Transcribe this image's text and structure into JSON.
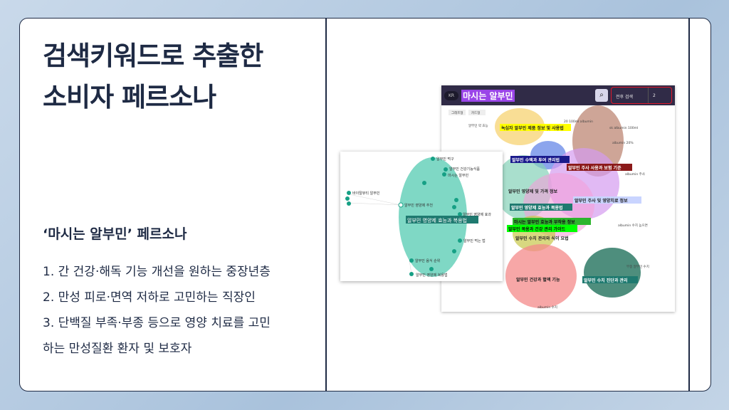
{
  "slide": {
    "title_line1": "검색키워드로 추출한",
    "title_line2": "소비자 페르소나",
    "subtitle": "‘마시는 알부민’ 페르소나",
    "items": [
      "1. 간 건강·해독 기능 개선을 원하는 중장년층",
      "2. 만성 피로·면역 저하로 고민하는 직장인",
      "3. 단백질 부족·부종 등으로 영양 치료를 고민",
      "하는 만성질환 환자 및 보호자"
    ]
  },
  "screenshot": {
    "lang": "KR",
    "query": "마시는 알부민",
    "search_icon": "search-icon",
    "mode_select": "전후 검색",
    "depth_select": "2",
    "view_tabs": [
      "그래프형",
      "카드형"
    ],
    "side_label": "알부민 약 효능",
    "clusters": [
      "녹십자 알부민 제품 정보 및 사용법",
      "알부민 수액과 투여 관리법",
      "알부민 주사 사용과 보험 기준",
      "알부민 영양제 및 가격 정보",
      "알부민 영양제 효능과 복용법",
      "알부민 주사 및 영양치료 정보",
      "마시는 알부민 효능과 부작용 정보",
      "알부민 복용과 건강 관리 가이드",
      "알부민 수치 관리와 식이 요법",
      "알부민 건강과 혈액 기능",
      "알부민 수치 진단과 관리"
    ],
    "nodes": [
      "20 100ml albumin",
      "sk albumin 100ml",
      "albumin 20%",
      "albumin 주사",
      "albumin 수치 높으면",
      "albumin 수치",
      "부종 알부민 수치"
    ],
    "inset_cluster": "알부민 영양제 효능과 복용법",
    "inset_nodes": [
      "알부민 먹구",
      "알부민 건강기능식품",
      "마시는 알부민",
      "알부민 영양제 추천",
      "바이탈뷰티 알부민",
      "알부민 영양제 효과",
      "알부민 먹는 법",
      "알부민 음식 순위",
      "알부민 영양제 복용법"
    ]
  },
  "colors": {
    "navy": "#1e2a44",
    "teal": "#2bbf9f"
  }
}
